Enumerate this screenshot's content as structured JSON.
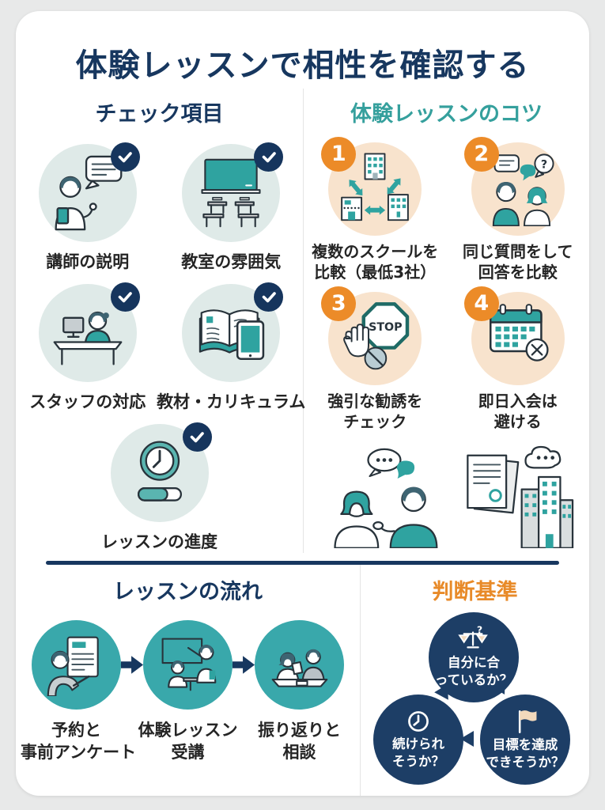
{
  "title": "体験レッスンで相性を確認する",
  "check_section": {
    "heading": "チェック項目",
    "items": [
      {
        "label": "講師の説明"
      },
      {
        "label": "教室の雰囲気"
      },
      {
        "label": "スタッフの対応"
      },
      {
        "label": "教材・カリキュラム"
      },
      {
        "label": "レッスンの進度"
      }
    ]
  },
  "tips_section": {
    "heading": "体験レッスンのコツ",
    "stop_sign_label": "STOP",
    "items": [
      {
        "number": "1",
        "line1": "複数のスクールを",
        "line2": "比較（最低3社）"
      },
      {
        "number": "2",
        "line1": "同じ質問をして",
        "line2": "回答を比較"
      },
      {
        "number": "3",
        "line1": "強引な勧誘を",
        "line2": "チェック"
      },
      {
        "number": "4",
        "line1": "即日入会は",
        "line2": "避ける"
      }
    ]
  },
  "flow_section": {
    "heading": "レッスンの流れ",
    "steps": [
      {
        "line1": "予約と",
        "line2": "事前アンケート"
      },
      {
        "line1": "体験レッスン",
        "line2": "受講"
      },
      {
        "line1": "振り返りと",
        "line2": "相談"
      }
    ]
  },
  "criteria_section": {
    "heading": "判断基準",
    "items": [
      {
        "line1": "自分に合",
        "line2": "っているか？"
      },
      {
        "line1": "続けられ",
        "line2": "そうか？"
      },
      {
        "line1": "目標を達成",
        "line2": "できそうか？"
      }
    ]
  },
  "glyphs": {
    "question_mark": "?"
  },
  "colors": {
    "navy": "#17375f",
    "navy_circle": "#1d3e66",
    "teal_heading": "#35a09d",
    "teal_icon": "#2fa3a0",
    "flow_teal": "#39a8ab",
    "orange": "#ec8b28",
    "orange_heading": "#e88a28",
    "mint_circle_bg": "#dfeae8",
    "peach_circle_bg": "#f8e3cd",
    "card_bg": "#ffffff",
    "page_bg": "#e8e9e9"
  }
}
